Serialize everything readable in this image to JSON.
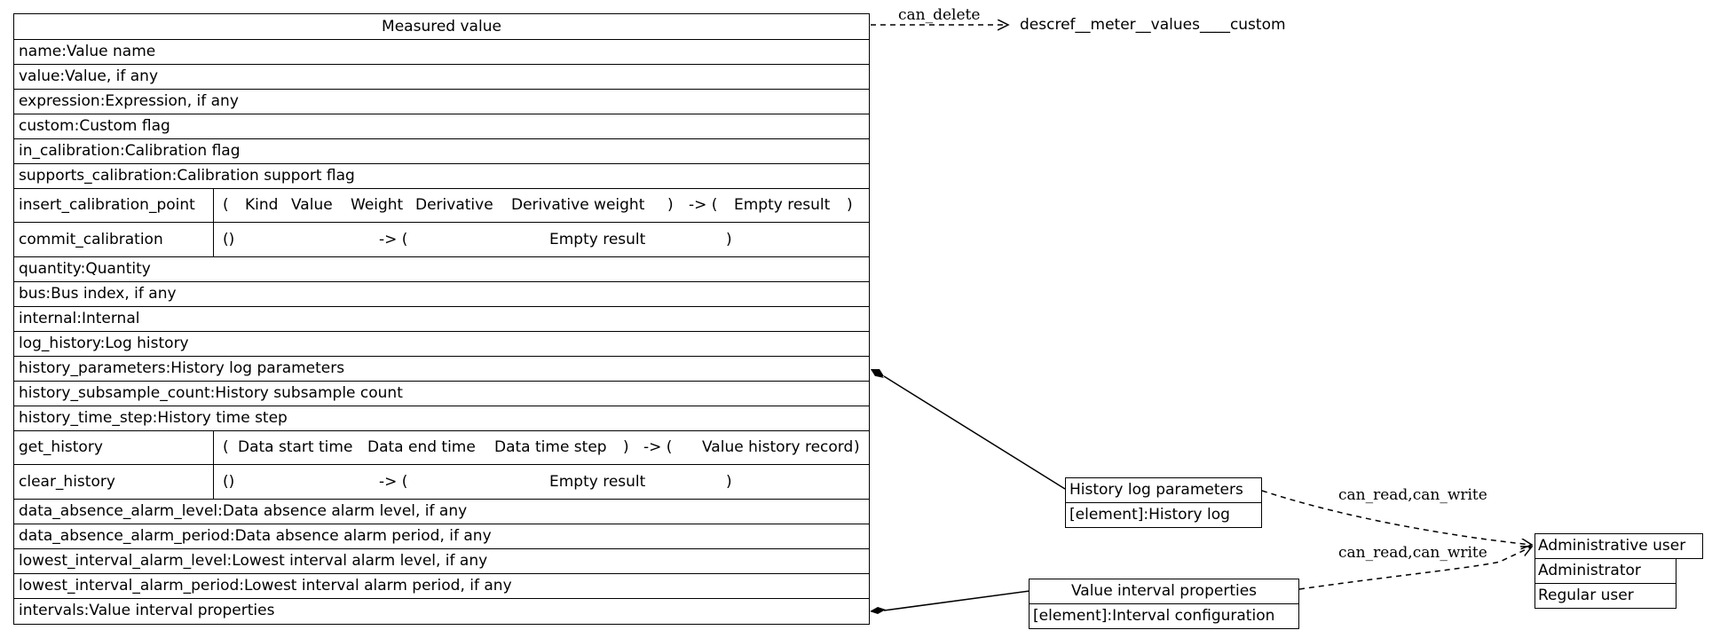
{
  "main_class": {
    "title": "Measured value",
    "rows": [
      "name:Value name",
      "value:Value, if any",
      "expression:Expression, if any",
      "custom:Custom flag",
      "in_calibration:Calibration flag",
      "supports_calibration:Calibration support flag"
    ],
    "method_insert": {
      "name": "insert_calibration_point",
      "open": "(",
      "params": [
        "Kind",
        "Value",
        "Weight",
        "Derivative",
        "Derivative weight"
      ],
      "close": ")",
      "arrow": "-> (",
      "result": "Empty result",
      "end": ")"
    },
    "method_commit": {
      "name": "commit_calibration",
      "params": "()",
      "arrow": "-> (",
      "result": "Empty result",
      "end": ")"
    },
    "rows2": [
      "quantity:Quantity",
      "bus:Bus index, if any",
      "internal:Internal",
      "log_history:Log history",
      "history_parameters:History log parameters",
      "history_subsample_count:History subsample count",
      "history_time_step:History time step"
    ],
    "method_get": {
      "name": "get_history",
      "open": "(",
      "params": [
        "Data start time",
        "Data end time",
        "Data time step"
      ],
      "close": ")",
      "arrow": "-> (",
      "result": "Value history record",
      "end": ")"
    },
    "method_clear": {
      "name": "clear_history",
      "params": "()",
      "arrow": "-> (",
      "result": "Empty result",
      "end": ")"
    },
    "rows3": [
      "data_absence_alarm_level:Data absence alarm level, if any",
      "data_absence_alarm_period:Data absence alarm period, if any",
      "lowest_interval_alarm_level:Lowest interval alarm level, if any",
      "lowest_interval_alarm_period:Lowest interval alarm period, if any",
      "intervals:Value interval properties"
    ]
  },
  "external_node": "descref__meter__values____custom",
  "history_class": {
    "title": "History log parameters",
    "row": "[element]:History log"
  },
  "interval_class": {
    "title": "Value interval properties",
    "row": "[element]:Interval configuration"
  },
  "admin_class": {
    "title": "Administrative user",
    "rows": [
      "Administrator",
      "Regular user"
    ]
  },
  "edges": {
    "can_delete": "can_delete",
    "history_to_admin": "can_read,can_write",
    "interval_to_admin": "can_read,can_write"
  }
}
